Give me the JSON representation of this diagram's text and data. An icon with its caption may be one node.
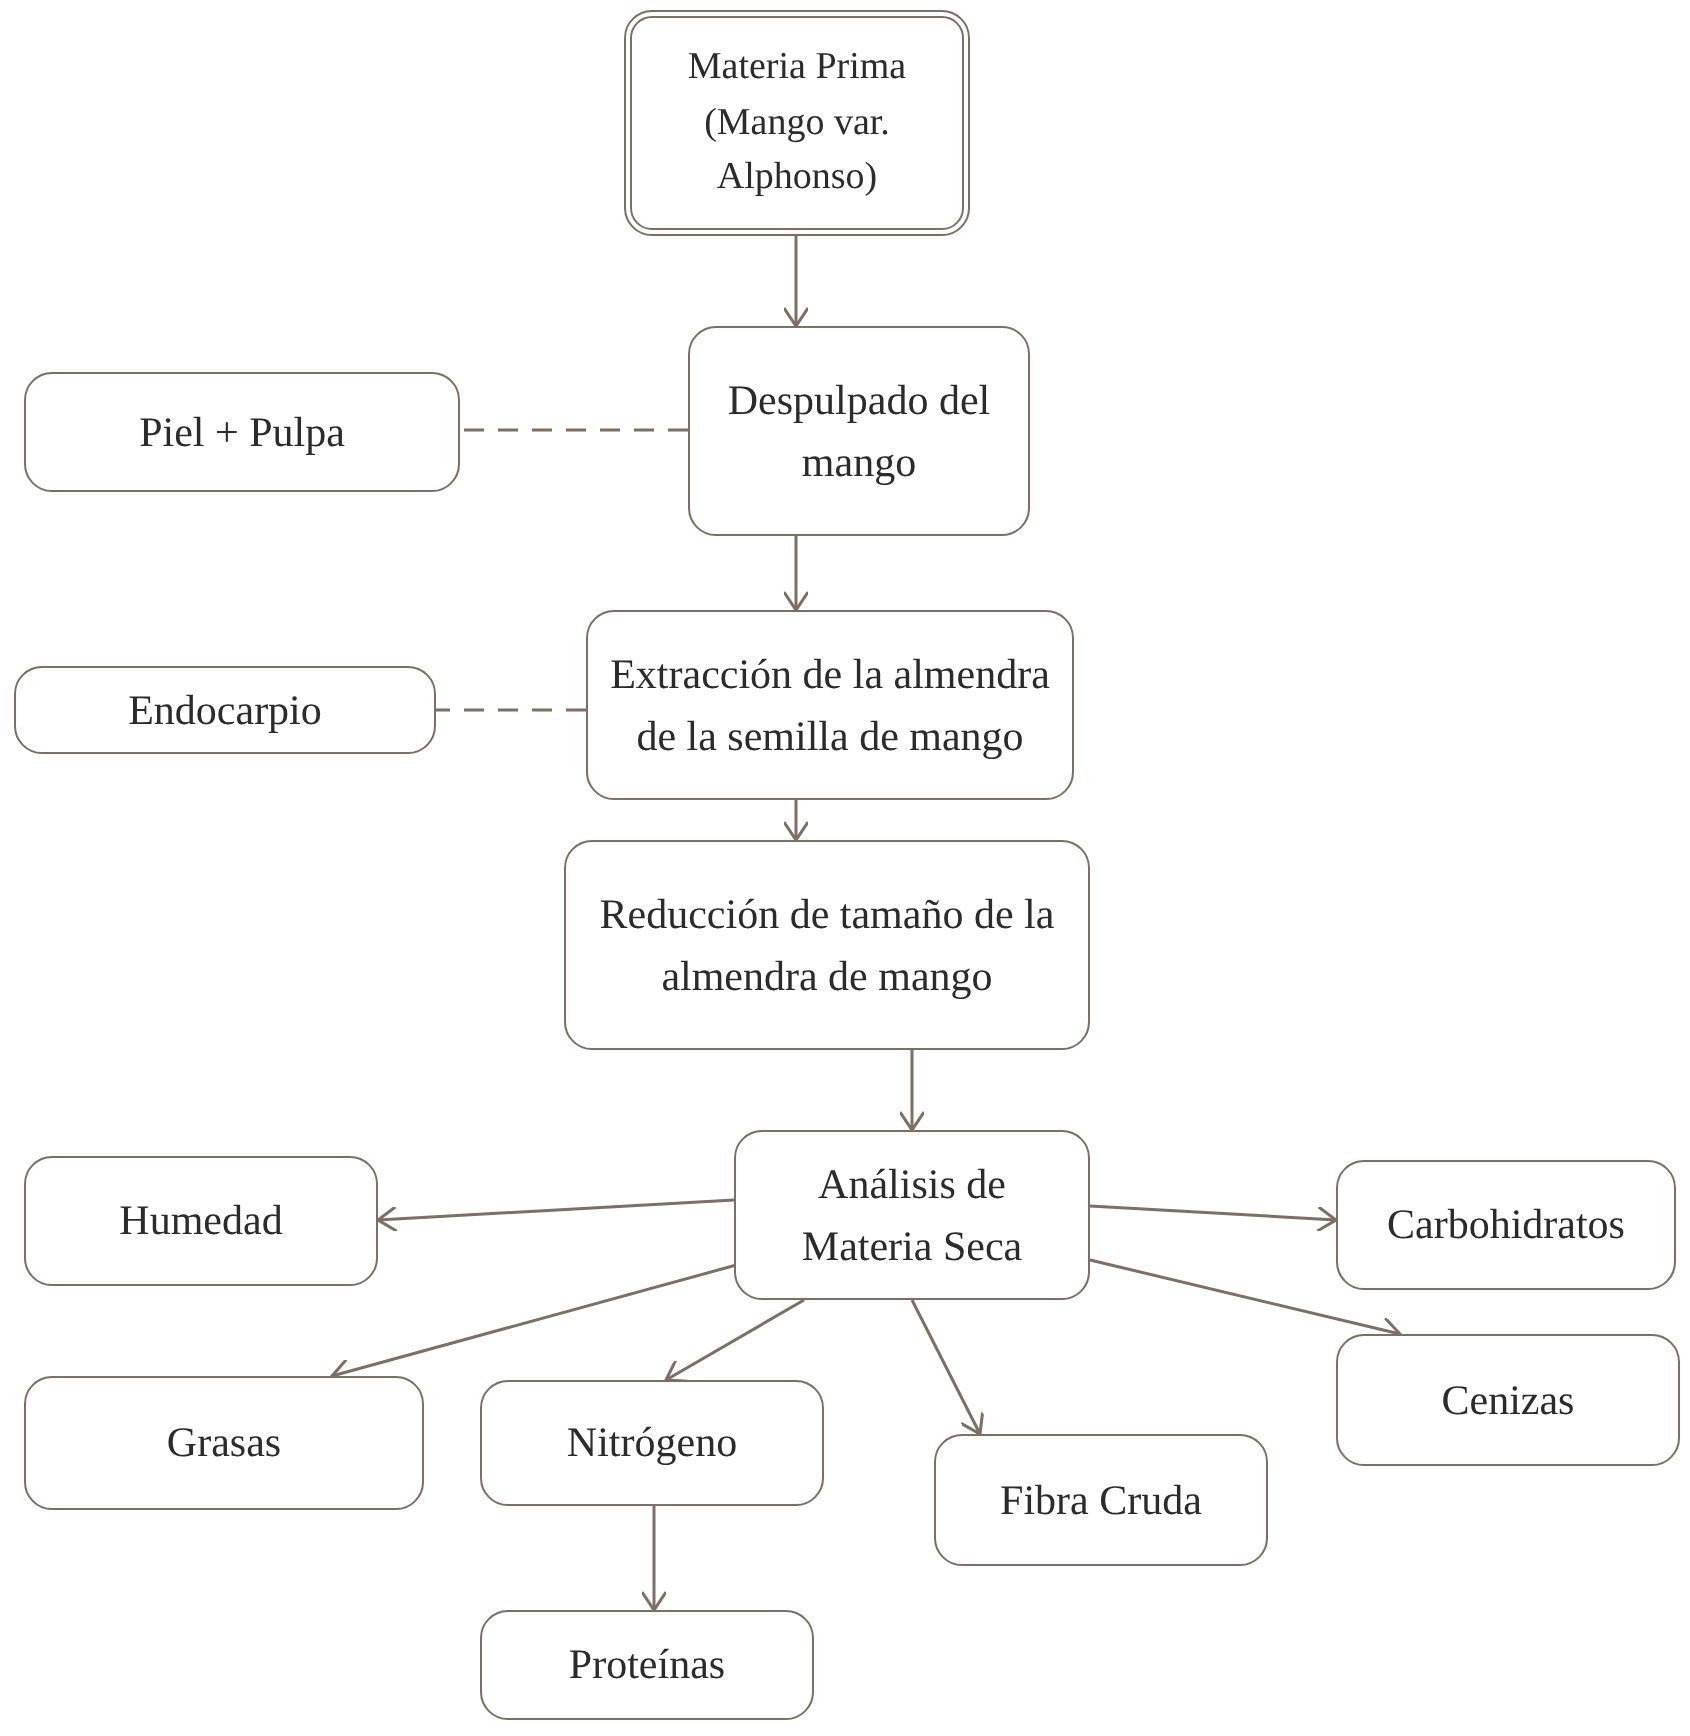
{
  "diagram": {
    "nodes": [
      {
        "text": [
          "Materia Prima (Mango var. Alphonso)"
        ]
      },
      {
        "text": [
          "Piel + Pulpa"
        ]
      },
      {
        "text": [
          "Despulpado del mango"
        ]
      },
      {
        "text": [
          "Endocarpio"
        ]
      },
      {
        "text": [
          "Extracción de la almendra de la semilla de mango"
        ]
      },
      {
        "text": [
          "Reducción de tamaño de la almendra de mango"
        ]
      },
      {
        "text": [
          "Análisis de Materia Seca"
        ]
      },
      {
        "text": [
          "Humedad"
        ]
      },
      {
        "text": [
          "Carbohidratos"
        ]
      },
      {
        "text": [
          "Grasas"
        ]
      },
      {
        "text": [
          "Nitrógeno"
        ]
      },
      {
        "text": [
          "Fibra Cruda"
        ]
      },
      {
        "text": [
          "Cenizas"
        ]
      },
      {
        "text": [
          "Proteínas"
        ]
      }
    ],
    "edges": [
      {
        "from": 0,
        "to": 2,
        "arrow": "to"
      },
      {
        "from": 2,
        "to": 1,
        "arrow": "none",
        "style": "dashed"
      },
      {
        "from": 2,
        "to": 4,
        "arrow": "to"
      },
      {
        "from": 4,
        "to": 3,
        "arrow": "none",
        "style": "dashed"
      },
      {
        "from": 4,
        "to": 5,
        "arrow": "to"
      },
      {
        "from": 5,
        "to": 6,
        "arrow": "to"
      },
      {
        "from": 6,
        "to": 7,
        "arrow": "to"
      },
      {
        "from": 6,
        "to": 8,
        "arrow": "to"
      },
      {
        "from": 6,
        "to": 9,
        "arrow": "to"
      },
      {
        "from": 6,
        "to": 10,
        "arrow": "to"
      },
      {
        "from": 6,
        "to": 11,
        "arrow": "to"
      },
      {
        "from": 6,
        "to": 12,
        "arrow": "to"
      },
      {
        "from": 10,
        "to": 13,
        "arrow": "to"
      }
    ]
  }
}
